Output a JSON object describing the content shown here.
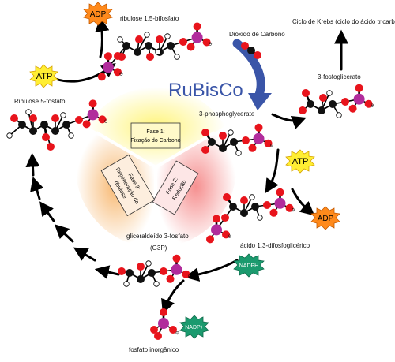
{
  "labels": {
    "ribulose_bisphosphate": "ribulose 1,5-bifosfato",
    "co2": "Dióxido de Carbono",
    "krebs": "Ciclo de Krebs (ciclo do ácido tricarboxílic",
    "rubisco": "RuBisCo",
    "phosphoglycerate_3_pt": "3-fosfoglicerato",
    "phosphoglycerate_3_en": "3-phosphoglycerate",
    "ribulose_5_phosphate": "Ribulose 5-fosfato",
    "bisphosphoglycerate": "ácido 1,3-difosfoglicérico",
    "g3p_name": "gliceraldeído 3-fosfato",
    "g3p_abbr": "(G3P)",
    "inorganic_phosphate": "fosfato inorgânico"
  },
  "phases": {
    "phase1_title": "Fase 1:",
    "phase1_name": "Fixação do Carbono",
    "phase2_title": "Fase 2:",
    "phase2_name": "Redução",
    "phase3_title": "Fase 3:",
    "phase3_name": "Regeneração da ribulose"
  },
  "molecules": {
    "atp": "ATP",
    "adp": "ADP",
    "nadph": "NADPH",
    "nadp": "NADP+"
  },
  "colors": {
    "carbon": "#111111",
    "oxygen": "#e8141c",
    "phosphorus": "#b12c9c",
    "hydrogen": "#ffffff",
    "rubisco_arrow": "#3a55a8",
    "phase1_glow": "#fff36b",
    "phase2_glow": "#f58a8a",
    "phase3_glow": "#f7b56b",
    "atp_fill": "#ffee33",
    "adp_fill": "#ff8a1c",
    "nadph_fill": "#1b9a6e"
  }
}
